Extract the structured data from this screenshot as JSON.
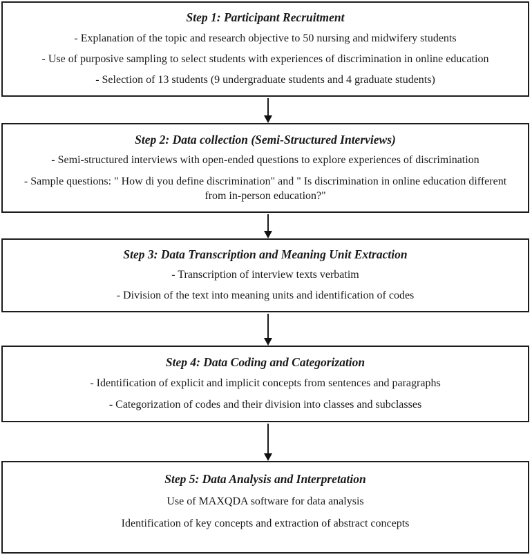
{
  "colors": {
    "background": "#ffffff",
    "border": "#1c1c1c",
    "text": "#1a1a1a",
    "arrow": "#111111"
  },
  "steps": [
    {
      "title": "Step 1: Participant Recruitment",
      "lines": [
        "- Explanation of the topic and research objective to 50 nursing and midwifery students",
        "- Use of purposive sampling to select students with experiences of discrimination in online education",
        "- Selection of 13 students (9 undergraduate students and 4 graduate students)"
      ]
    },
    {
      "title": "Step 2: Data collection (Semi-Structured Interviews)",
      "lines": [
        "- Semi-structured interviews with open-ended questions to explore experiences of discrimination",
        "- Sample questions: \" How di you define discrimination\" and \" Is discrimination in online education different from in-person education?\""
      ]
    },
    {
      "title": "Step 3: Data Transcription and Meaning Unit Extraction",
      "lines": [
        "- Transcription of interview texts verbatim",
        "- Division of the text into meaning units and identification of codes"
      ]
    },
    {
      "title": "Step 4: Data Coding and Categorization",
      "lines": [
        "- Identification of explicit and implicit concepts from sentences and paragraphs",
        "- Categorization of codes and their division into classes and subclasses"
      ]
    },
    {
      "title": "Step 5: Data Analysis and Interpretation",
      "lines": [
        "Use of MAXQDA software for data analysis",
        "Identification of key concepts and extraction of abstract concepts"
      ]
    }
  ]
}
